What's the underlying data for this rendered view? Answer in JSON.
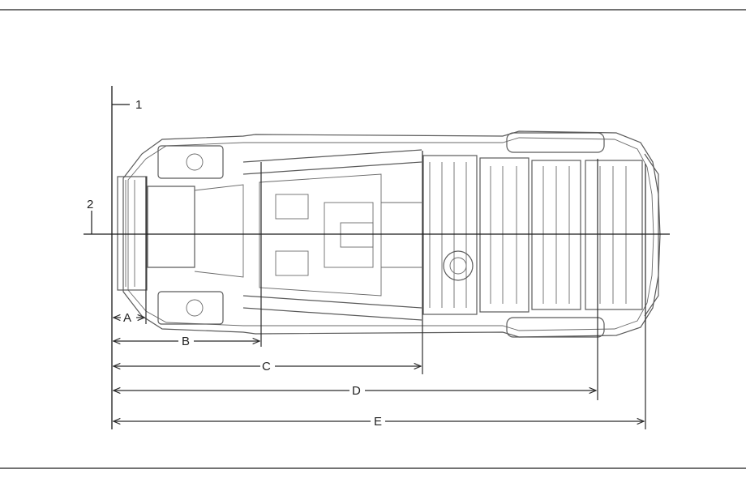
{
  "figure": {
    "callouts": [
      {
        "id": "datum-line-callout",
        "text": "1"
      },
      {
        "id": "center-line-callout",
        "text": "2"
      }
    ],
    "dimensions": [
      {
        "id": "dim-a",
        "label": "A"
      },
      {
        "id": "dim-b",
        "label": "B"
      },
      {
        "id": "dim-c",
        "label": "C"
      },
      {
        "id": "dim-d",
        "label": "D"
      },
      {
        "id": "dim-e",
        "label": "E"
      }
    ]
  },
  "colors": {
    "line": "#2b2b2b",
    "car_outline": "#5a5a5a",
    "frame_rule": "#444444"
  }
}
